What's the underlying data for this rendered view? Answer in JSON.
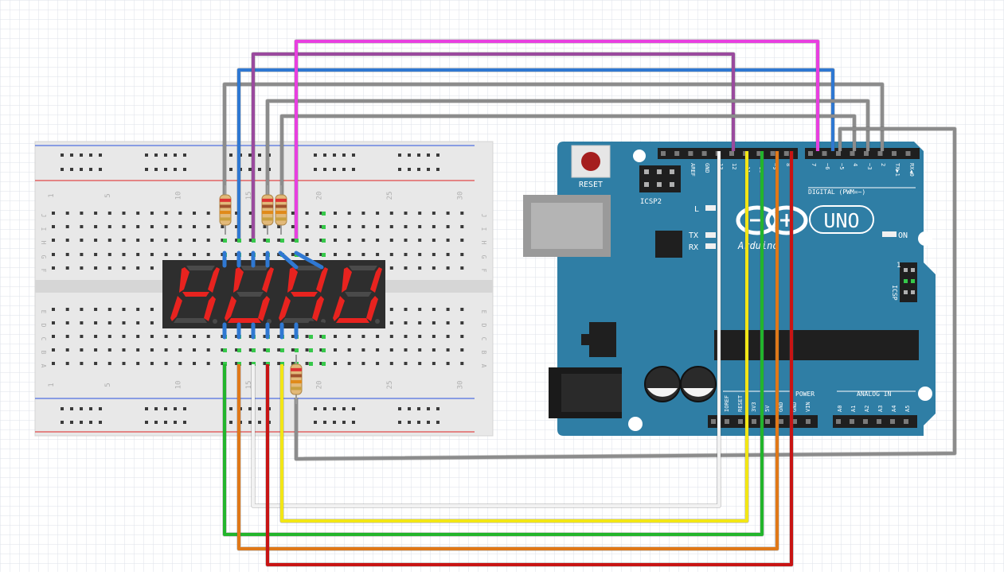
{
  "breadboard": {
    "column_numbers": [
      "1",
      "5",
      "10",
      "15",
      "20",
      "25",
      "30"
    ],
    "row_letters_top": [
      "J",
      "I",
      "H",
      "G",
      "F"
    ],
    "row_letters_bottom": [
      "E",
      "D",
      "C",
      "B",
      "A"
    ]
  },
  "display": {
    "digits": [
      "H",
      "U",
      "H",
      "U"
    ],
    "segment_on_color": "#e8231f",
    "segment_off_color": "#4a4a4a"
  },
  "arduino": {
    "reset_label": "RESET",
    "icsp2_label": "ICSP2",
    "led_l_label": "L",
    "led_tx_label": "TX",
    "led_rx_label": "RX",
    "on_label": "ON",
    "logo_text": "Arduino",
    "uno_label": "UNO",
    "icsp_label": "ICSP",
    "icsp_pin1": "1",
    "digital_label": "DIGITAL (PWM=~)",
    "power_label": "POWER",
    "analog_label": "ANALOG IN",
    "top_header_labels": [
      "AREF",
      "GND",
      "13",
      "12",
      "~11",
      "~10",
      "~9",
      "8",
      "7",
      "~6",
      "~5",
      "4",
      "~3",
      "2",
      "TX▶1",
      "RX◀0"
    ],
    "power_pin_labels": [
      "IOREF",
      "RESET",
      "3V3",
      "5V",
      "GND",
      "GND",
      "VIN"
    ],
    "analog_pin_labels": [
      "A0",
      "A1",
      "A2",
      "A3",
      "A4",
      "A5"
    ],
    "board_color": "#2f7ea5"
  },
  "wire_colors": {
    "magenta": "#e83fe0",
    "purple": "#9a4a9e",
    "blue": "#2f78d2",
    "gray": "#8c8c8c",
    "white": "#f2f2f2",
    "yellow": "#f2e615",
    "green": "#22b52c",
    "orange": "#e07818",
    "red": "#c81414"
  }
}
